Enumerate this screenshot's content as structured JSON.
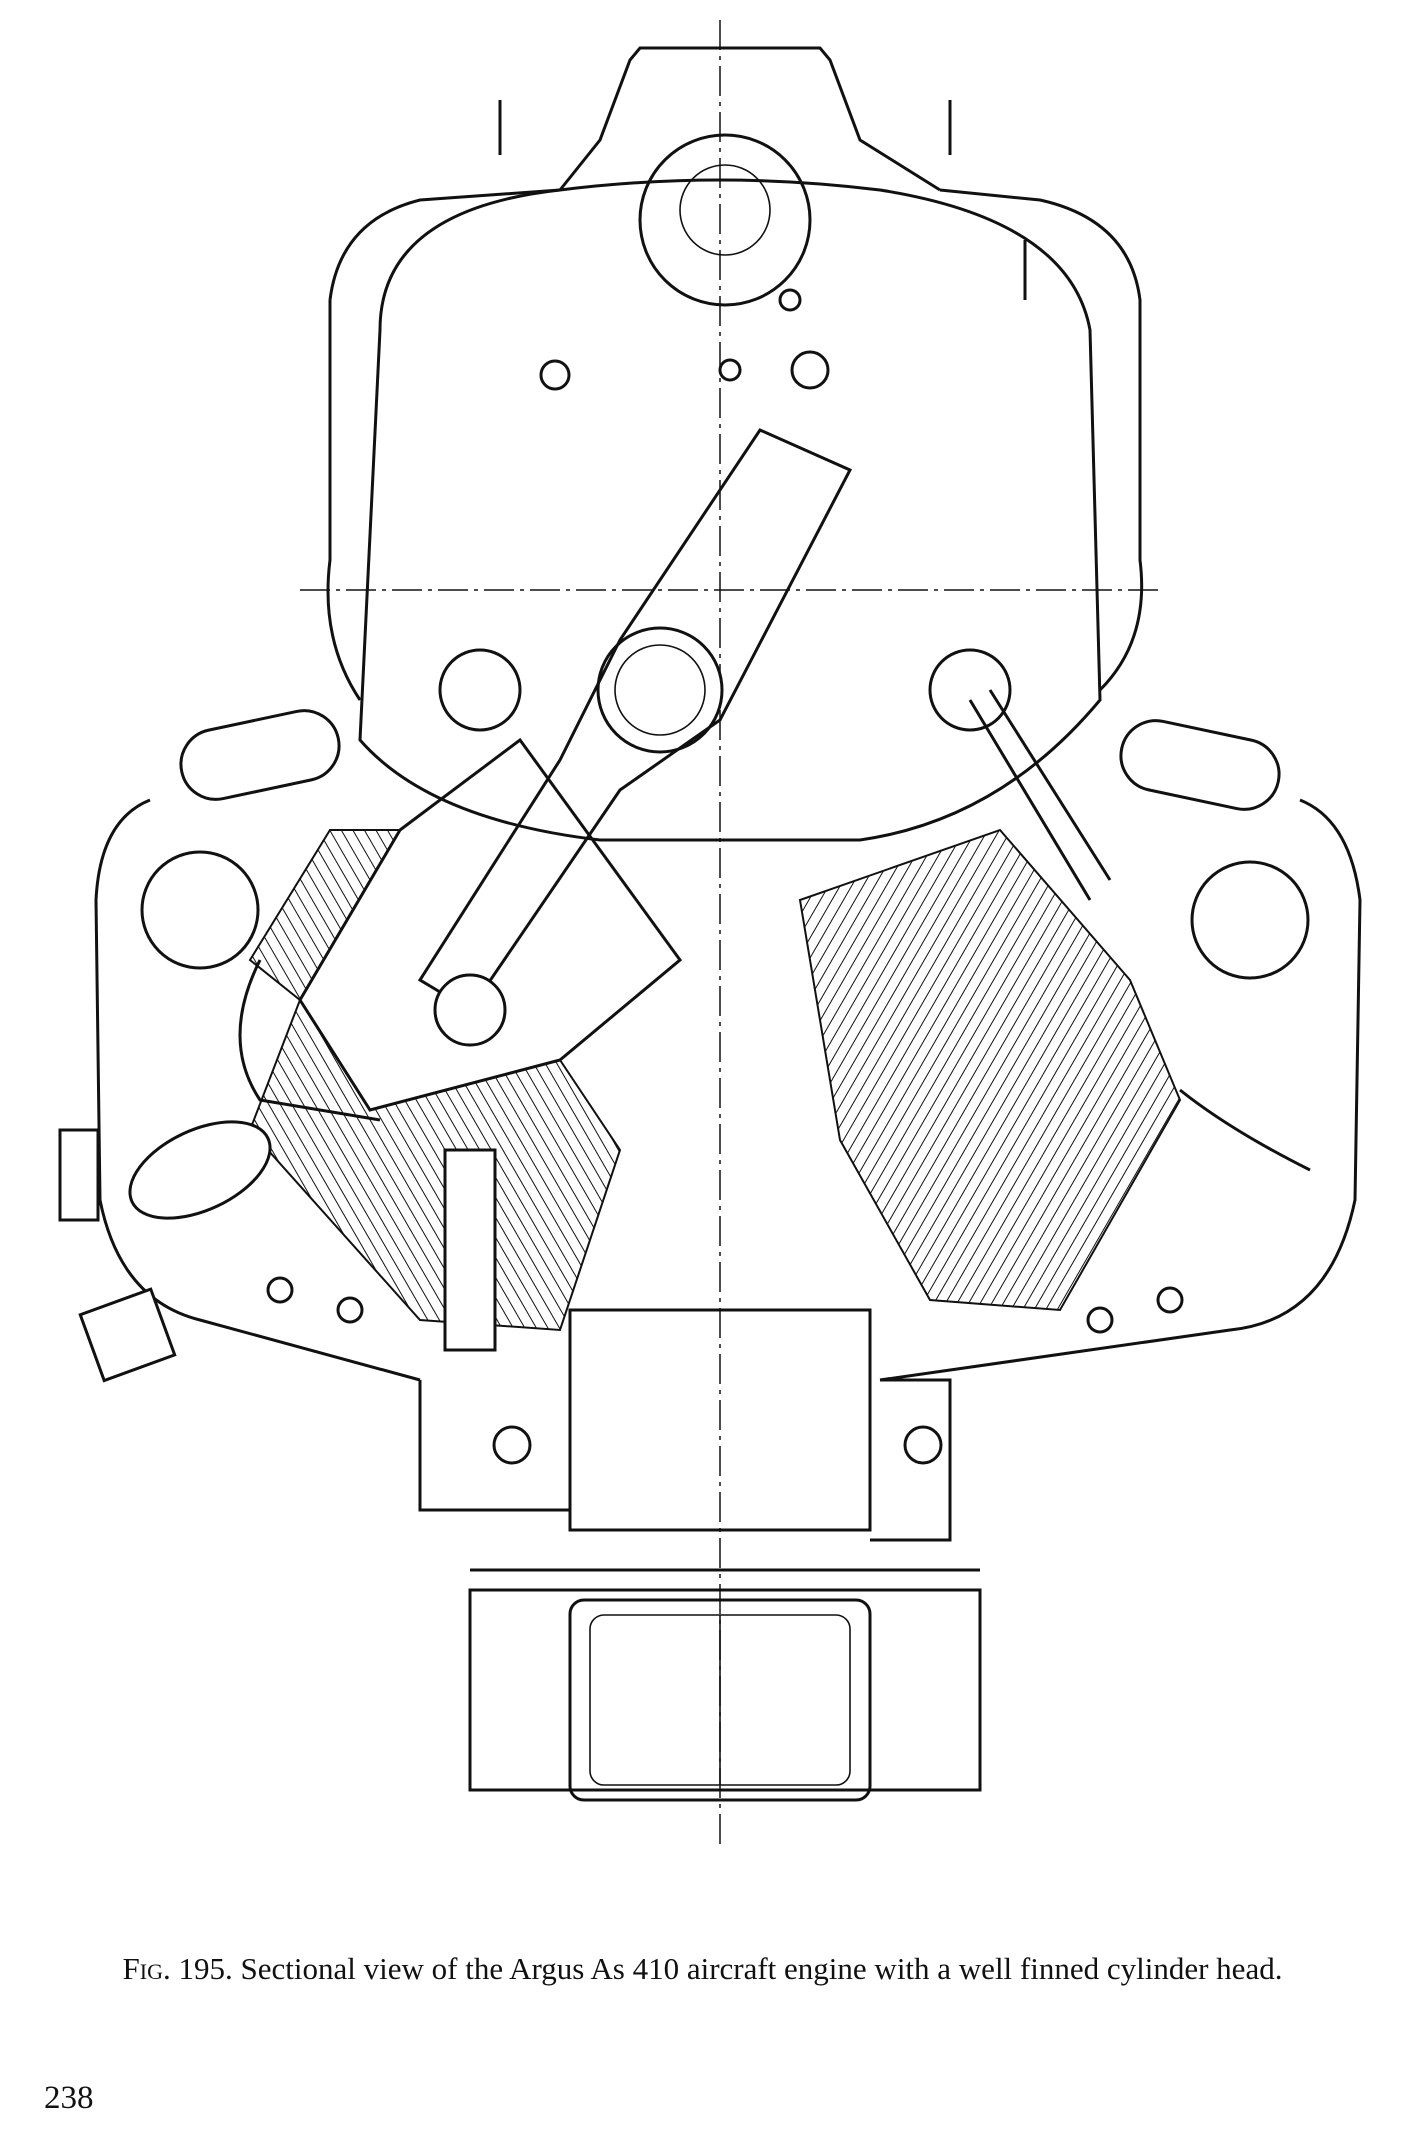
{
  "figure": {
    "label": "Fig. 195.",
    "caption": "Sectional view of the Argus As 410 aircraft engine with a well finned cylinder head."
  },
  "page_number": "238",
  "colors": {
    "ink": "#111111",
    "paper": "#ffffff"
  }
}
